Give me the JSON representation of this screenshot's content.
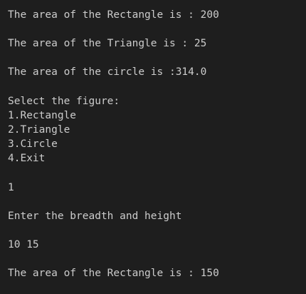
{
  "terminal": {
    "lines": [
      "The area of the Rectangle is : 200",
      "The area of the Triangle is : 25",
      "The area of the circle is :314.0",
      "Select the figure:",
      "1.Rectangle",
      "2.Triangle",
      "3.Circle",
      "4.Exit",
      "1",
      "Enter the breadth and height",
      "10 15",
      "The area of the Rectangle is : 150"
    ]
  },
  "colors": {
    "background": "#1e1e1e",
    "text": "#cccccc"
  }
}
